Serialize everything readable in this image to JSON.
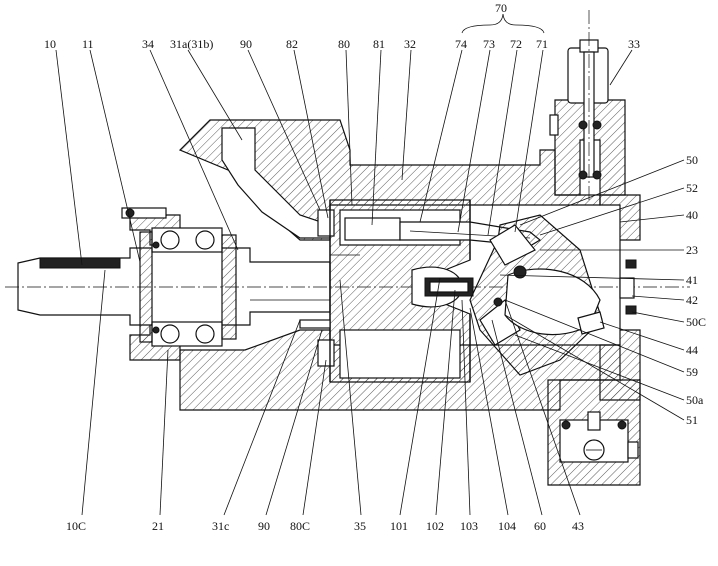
{
  "labels": {
    "top": [
      "10",
      "11",
      "34",
      "31a(31b)",
      "90",
      "82",
      "80",
      "81",
      "32",
      "74",
      "73",
      "72",
      "71",
      "70",
      "33"
    ],
    "right": [
      "50",
      "52",
      "40",
      "23",
      "41",
      "42",
      "50C",
      "44",
      "59",
      "50a",
      "51"
    ],
    "bottom": [
      "10C",
      "21",
      "31c",
      "90",
      "80C",
      "35",
      "101",
      "102",
      "103",
      "104",
      "60",
      "43"
    ]
  }
}
